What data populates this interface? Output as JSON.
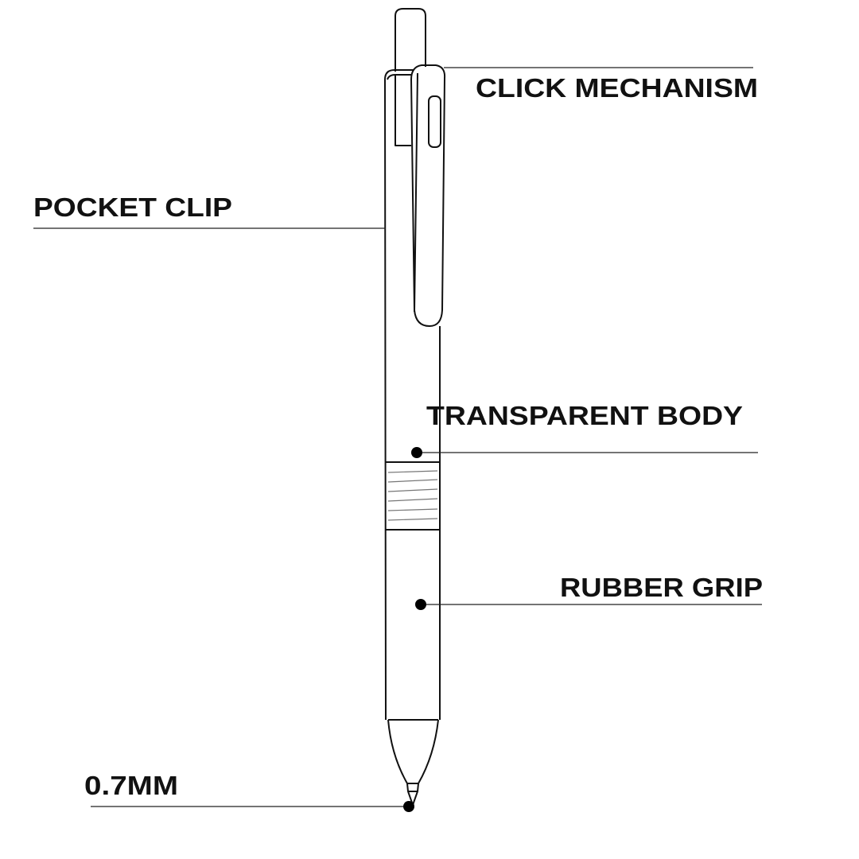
{
  "title": "Pen anatomy diagram",
  "labels": {
    "click_mechanism": "CLICK MECHANISM",
    "pocket_clip": "POCKET CLIP",
    "transparent_body": "TRANSPARENT BODY",
    "rubber_grip": "RUBBER GRIP",
    "tip_size": "0.7MM"
  },
  "colors": {
    "ink": "#111111",
    "background": "#ffffff"
  }
}
